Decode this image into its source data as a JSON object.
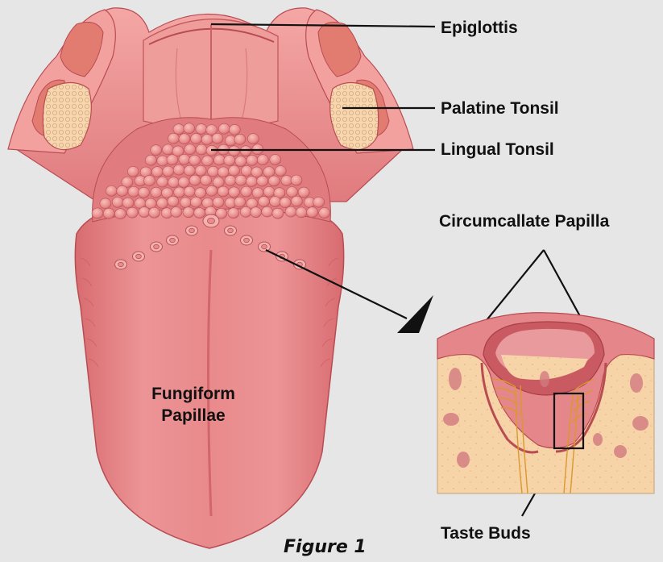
{
  "labels": {
    "epiglottis": "Epiglottis",
    "palatine_tonsil": "Palatine Tonsil",
    "lingual_tonsil": "Lingual Tonsil",
    "circumvallate": "Circumcallate Papilla",
    "taste_buds": "Taste Buds",
    "fungiform_line1": "Fungiform",
    "fungiform_line2": "Papillae"
  },
  "caption": "Figure 1",
  "colors": {
    "background": "#e6e6e6",
    "tongue": "#e98a8c",
    "tongue_dark": "#c9575d",
    "tonsil": "#f6d7b0",
    "tissue": "#f7d3a8",
    "nerve": "#d99a2b",
    "leader": "#111111"
  }
}
